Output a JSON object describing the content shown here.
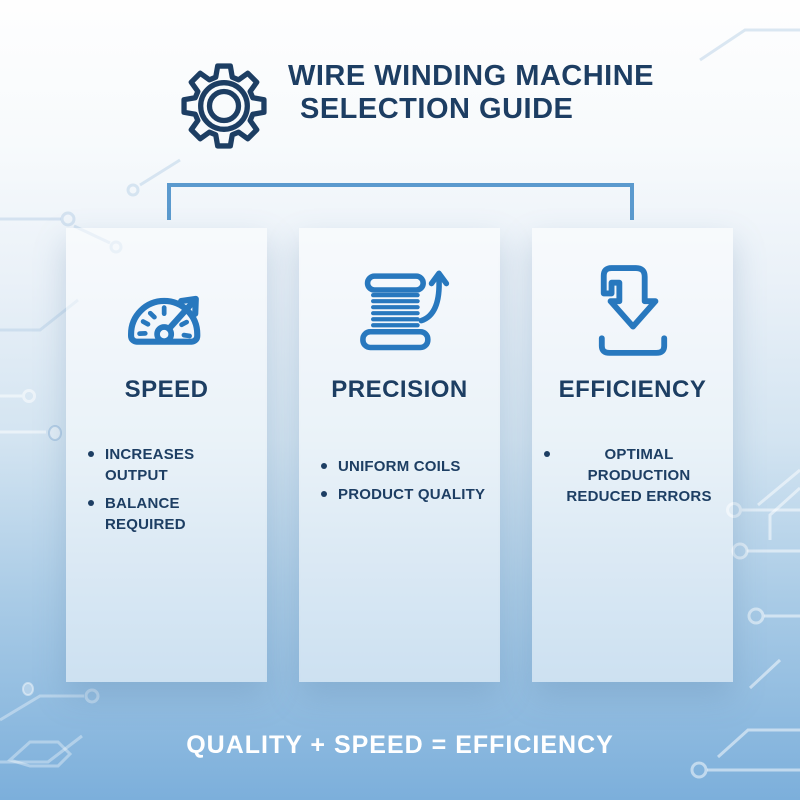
{
  "header": {
    "icon": "gear-icon",
    "title_line1": "WIRE WINDING MACHINE",
    "title_line2": "SELECTION GUIDE"
  },
  "cards": [
    {
      "icon": "speedometer-icon",
      "title": "SPEED",
      "bullets": [
        "INCREASES OUTPUT",
        "BALANCE REQUIRED"
      ]
    },
    {
      "icon": "wire-coil-icon",
      "title": "PRECISION",
      "bullets": [
        "UNIFORM COILS",
        "PRODUCT QUALITY"
      ]
    },
    {
      "icon": "down-arrow-tray-icon",
      "title": "EFFICIENCY",
      "bullets": [
        "OPTIMAL PRODUCTION REDUCED ERRORS"
      ]
    }
  ],
  "footer": {
    "text": "QUALITY + SPEED = EFFICIENCY"
  },
  "colors": {
    "navy_text": "#1d3e63",
    "icon_blue": "#2878be",
    "bracket_blue": "#5b9ace",
    "background_bottom": "#7cafdb",
    "footer_text": "#ffffff"
  }
}
